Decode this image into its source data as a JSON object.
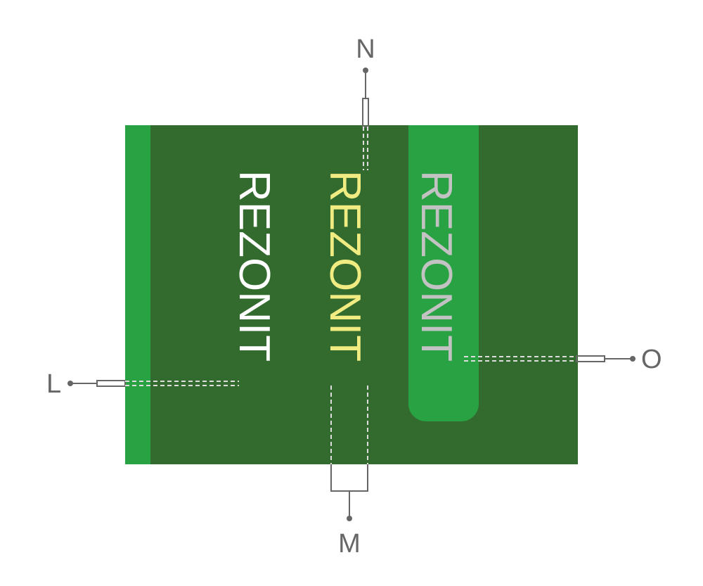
{
  "labels": {
    "top": "N",
    "right": "O",
    "left": "L",
    "bottom": "M"
  },
  "texts": {
    "white": "REZONIT",
    "yellow": "REZONIT",
    "gray": "REZONIT"
  },
  "colors": {
    "board": "#336b2f",
    "stripe": "#28a242",
    "white_text": "#ffffff",
    "yellow_text": "#f0ec82",
    "gray_text": "#c2c2c2",
    "leader": "#666666"
  }
}
